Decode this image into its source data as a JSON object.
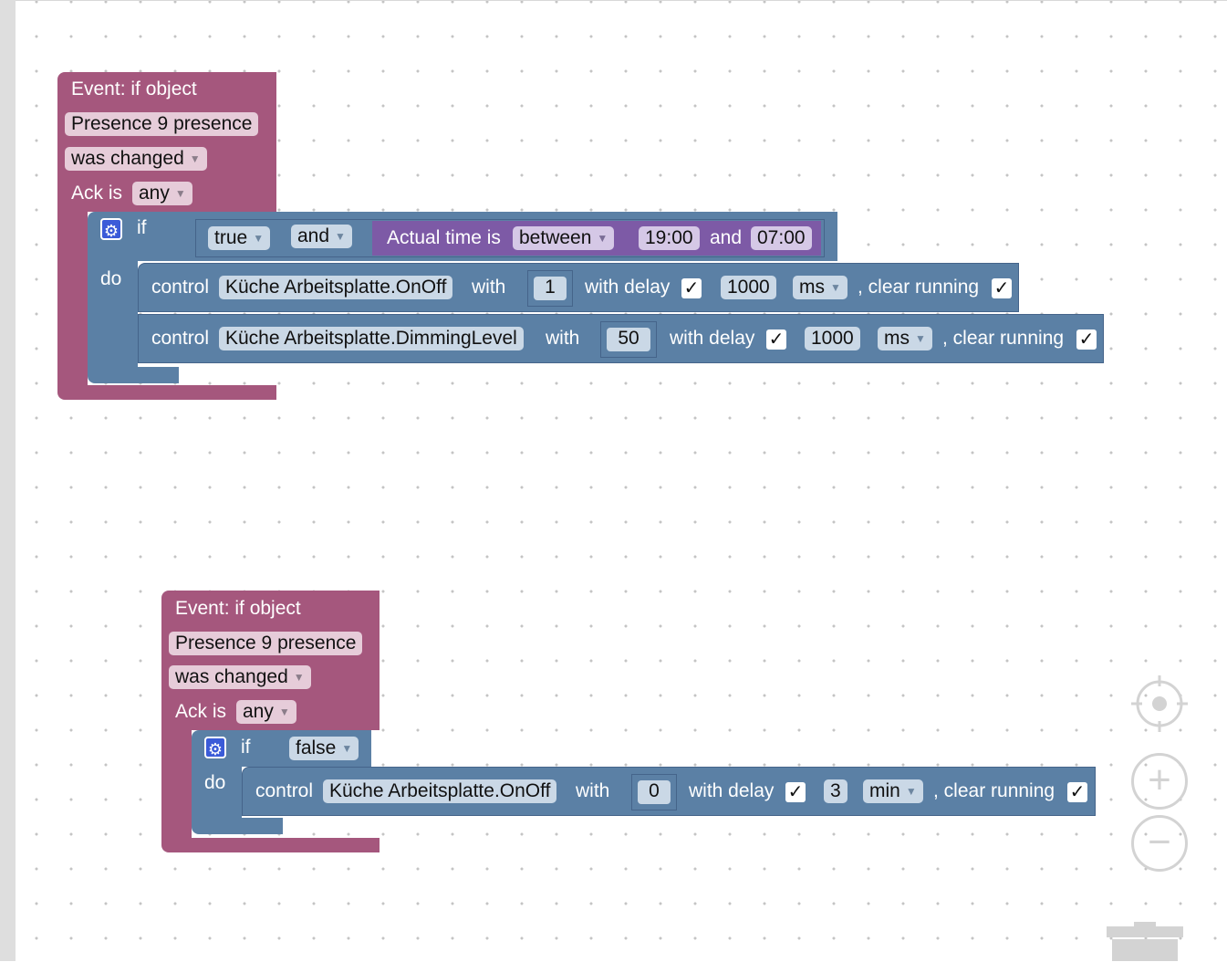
{
  "block1": {
    "event_title": "Event: if object",
    "object_name": "Presence 9 presence",
    "trigger": "was changed",
    "ack_label": "Ack is",
    "ack_value": "any",
    "if_label": "if",
    "do_label": "do",
    "cond_left": "true",
    "cond_op": "and",
    "time_label": "Actual time is",
    "time_mode": "between",
    "time_from": "19:00",
    "time_and": "and",
    "time_to": "07:00",
    "actions": [
      {
        "control_label": "control",
        "object": "Küche Arbeitsplatte.OnOff",
        "with_label": "with",
        "value": "1",
        "delay_label": "with delay",
        "delay_checked": "✓",
        "delay_value": "1000",
        "delay_unit": "ms",
        "clear_label": ", clear running",
        "clear_checked": "✓"
      },
      {
        "control_label": "control",
        "object": "Küche Arbeitsplatte.DimmingLevel",
        "with_label": "with",
        "value": "50",
        "delay_label": "with delay",
        "delay_checked": "✓",
        "delay_value": "1000",
        "delay_unit": "ms",
        "clear_label": ", clear running",
        "clear_checked": "✓"
      }
    ]
  },
  "block2": {
    "event_title": "Event: if object",
    "object_name": "Presence 9 presence",
    "trigger": "was changed",
    "ack_label": "Ack is",
    "ack_value": "any",
    "if_label": "if",
    "do_label": "do",
    "cond_value": "false",
    "actions": [
      {
        "control_label": "control",
        "object": "Küche Arbeitsplatte.OnOff",
        "with_label": "with",
        "value": "0",
        "delay_label": "with delay",
        "delay_checked": "✓",
        "delay_value": "3",
        "delay_unit": "min",
        "clear_label": ", clear running",
        "clear_checked": "✓"
      }
    ]
  },
  "icons": {
    "gear": "⚙",
    "dropdown": "▼"
  },
  "zoom_controls": {
    "plus": "+",
    "minus": "−"
  },
  "colors": {
    "event": "#a5577d",
    "control": "#5b80a5",
    "time": "#7d5aa6"
  }
}
